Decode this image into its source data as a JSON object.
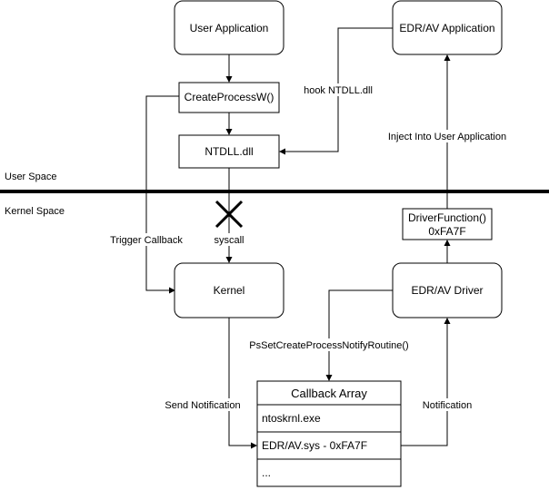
{
  "diagram": {
    "user_space_label": "User Space",
    "kernel_space_label": "Kernel Space",
    "nodes": {
      "user_app": "User Application",
      "edr_app": "EDR/AV Application",
      "create_process": "CreateProcessW()",
      "ntdll": "NTDLL.dll",
      "kernel": "Kernel",
      "edr_driver": "EDR/AV Driver",
      "driver_function_line1": "DriverFunction()",
      "driver_function_line2": "0xFA7F"
    },
    "callback_array": {
      "title": "Callback Array",
      "rows": [
        "ntoskrnl.exe",
        "EDR/AV.sys - 0xFA7F",
        "..."
      ]
    },
    "edges": {
      "hook": "hook NTDLL.dll",
      "inject": "Inject Into User Application",
      "trigger_callback": "Trigger Callback",
      "syscall": "syscall",
      "ps_notify": "PsSetCreateProcessNotifyRoutine()",
      "send_notification": "Send Notification",
      "notification": "Notification"
    }
  }
}
